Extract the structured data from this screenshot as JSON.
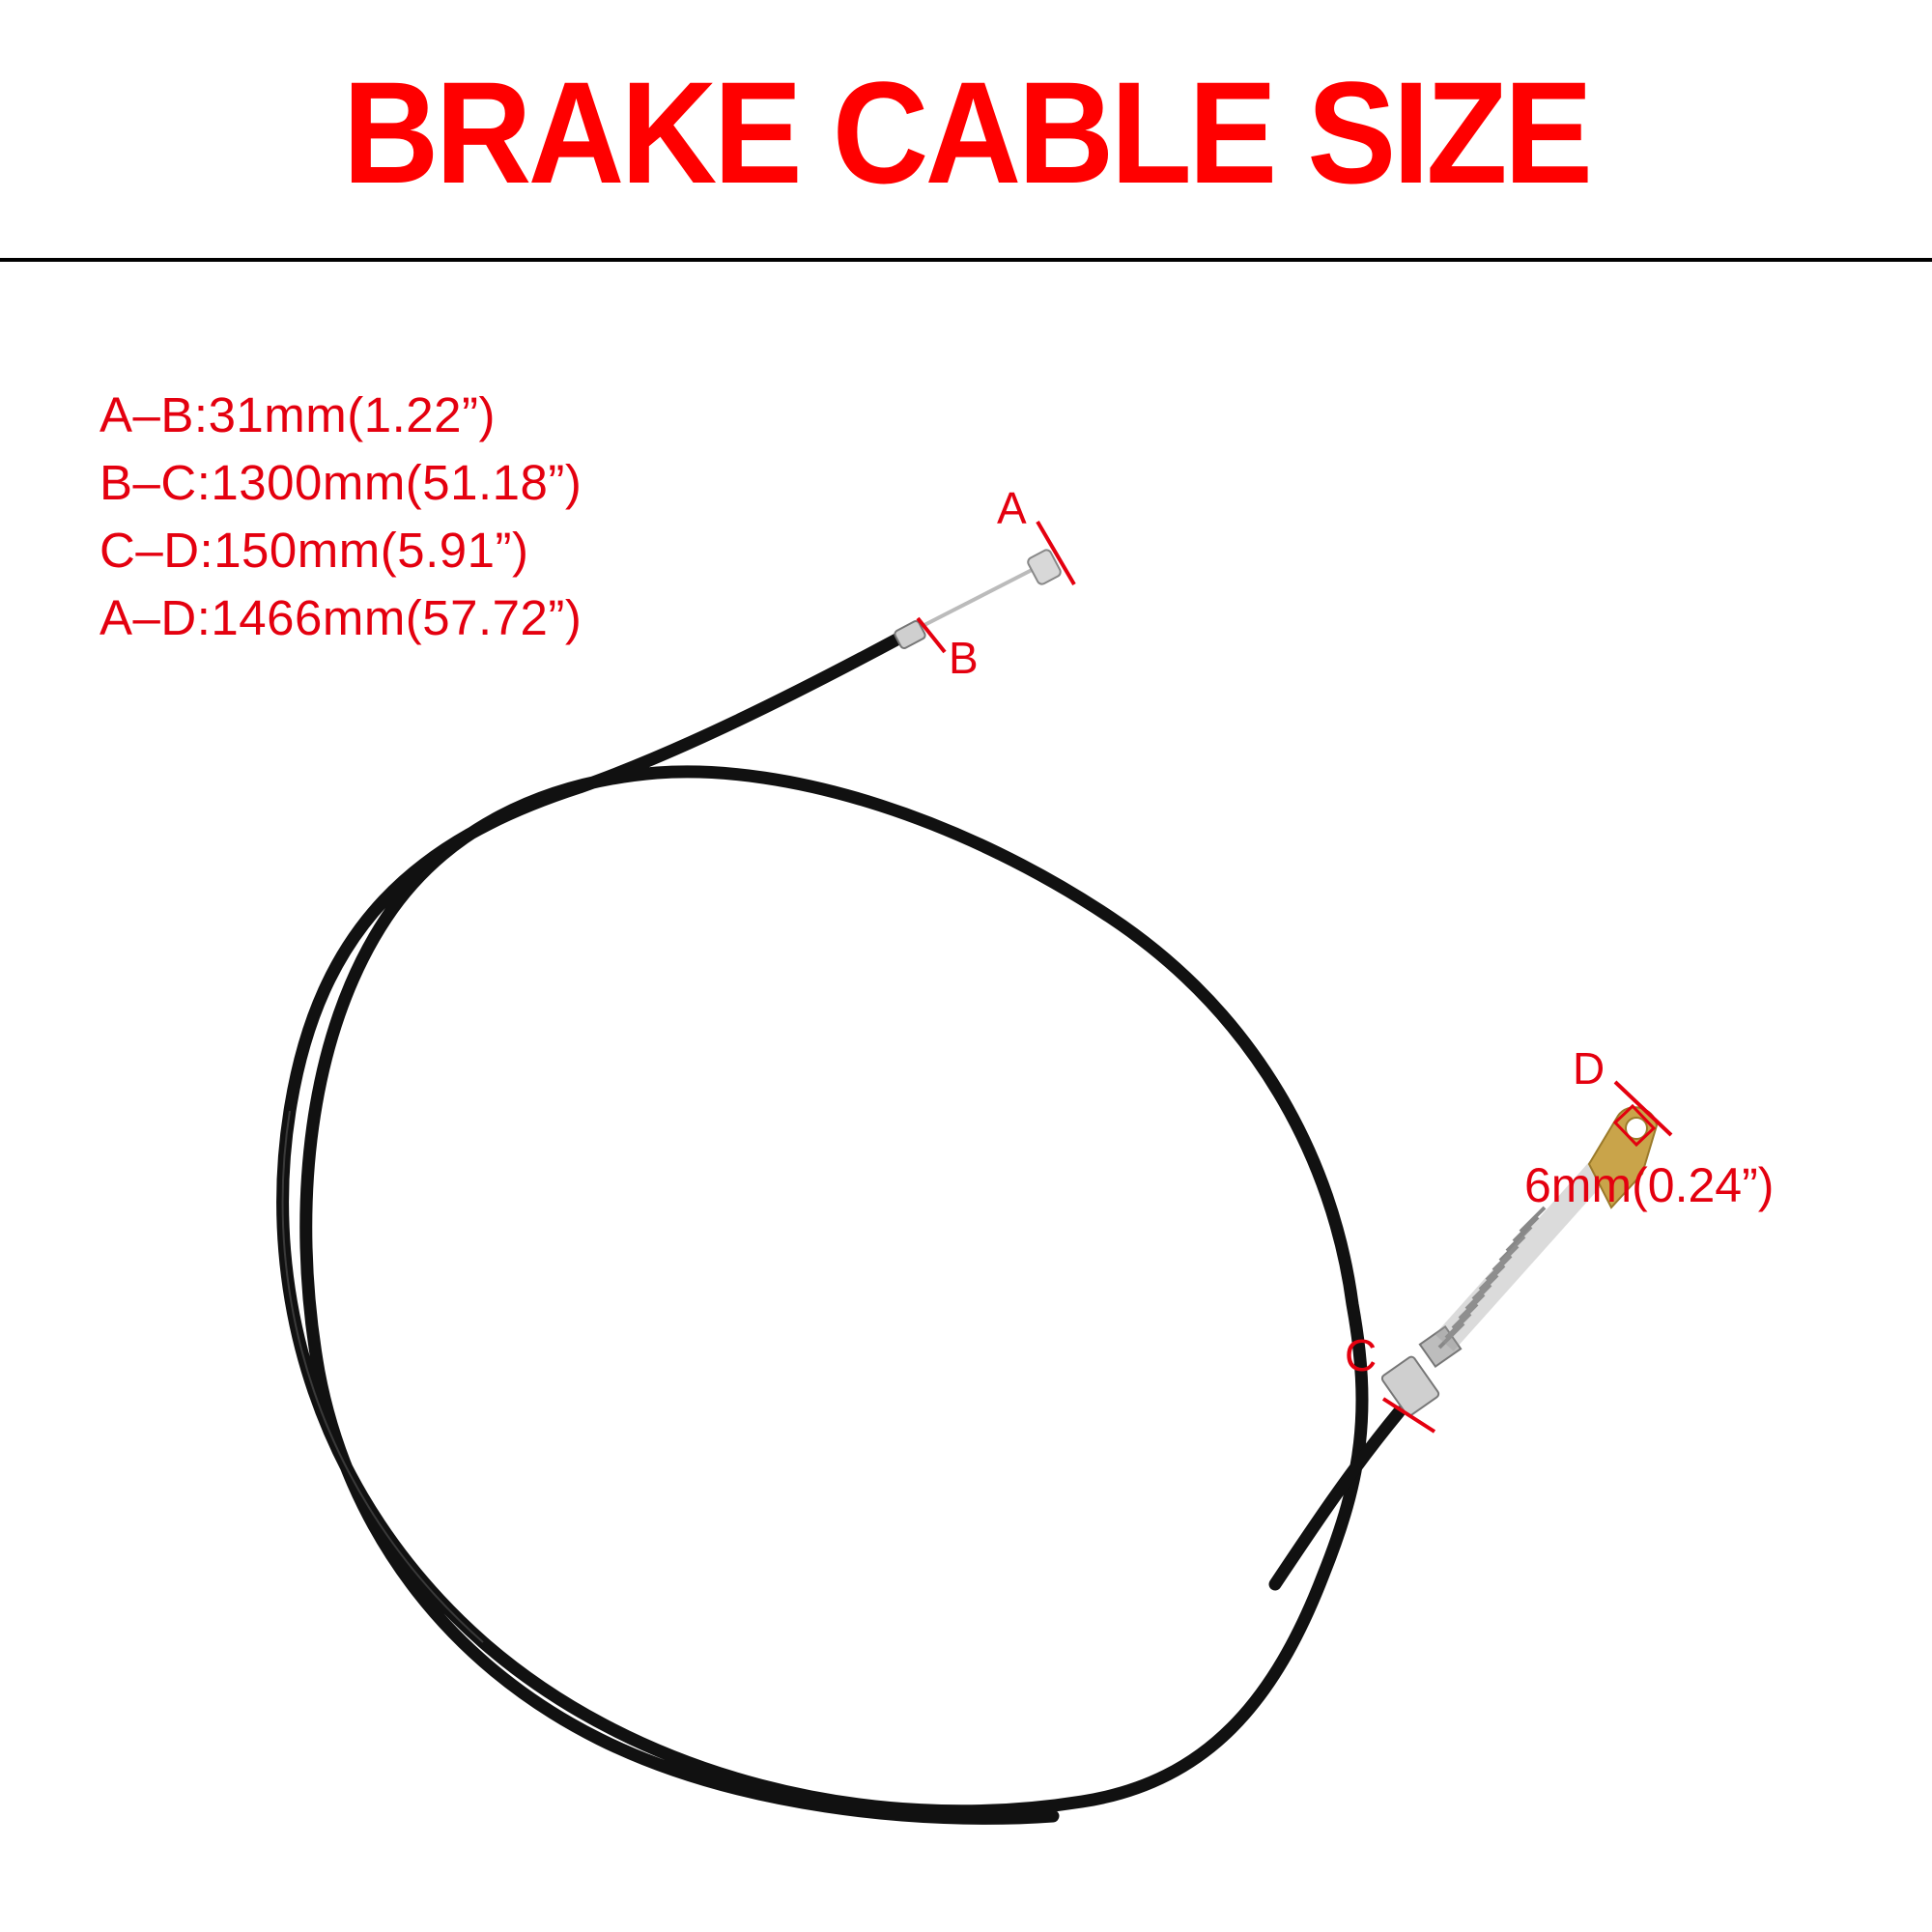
{
  "title": "BRAKE CABLE SIZE",
  "colors": {
    "title": "#FF0000",
    "annotation": "#E4000F",
    "cable": "#111111",
    "divider": "#000000",
    "background": "#FFFFFF"
  },
  "specs": [
    {
      "segment": "A–B",
      "text": "A–B:31mm(1.22”)"
    },
    {
      "segment": "B–C",
      "text": "B–C:1300mm(51.18”)"
    },
    {
      "segment": "C–D",
      "text": "C–D:150mm(5.91”)"
    },
    {
      "segment": "A–D",
      "text": "A–D:1466mm(57.72”)"
    }
  ],
  "markers": {
    "a": "A",
    "b": "B",
    "c": "C",
    "d": "D"
  },
  "hole_dimension": "6mm(0.24”)"
}
